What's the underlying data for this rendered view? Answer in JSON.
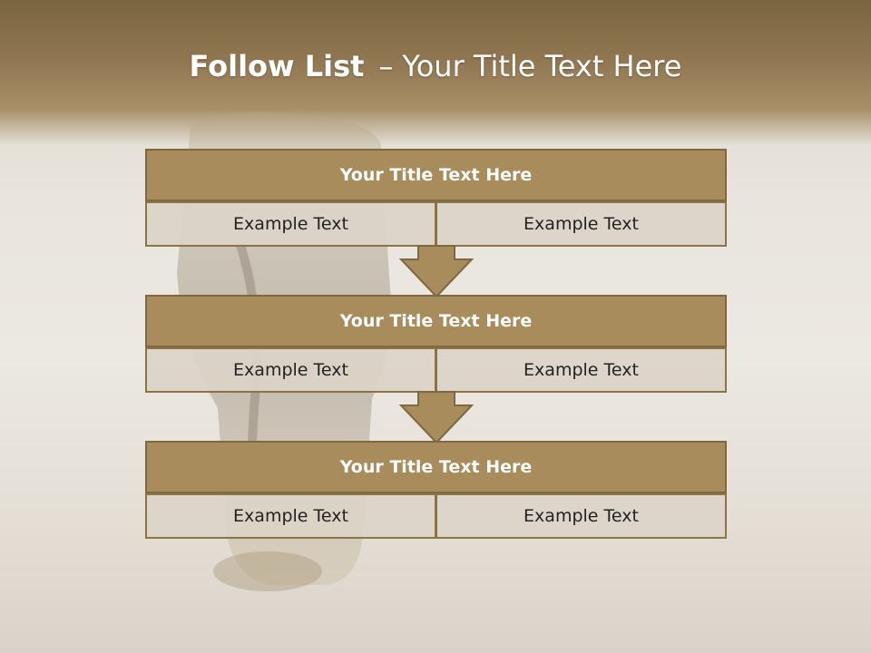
{
  "title": {
    "bold": "Follow List",
    "dash": "–",
    "rest": "Your Title Text Here"
  },
  "steps": [
    {
      "heading": "Your Title Text Here",
      "left": "Example Text",
      "right": "Example Text"
    },
    {
      "heading": "Your Title Text Here",
      "left": "Example Text",
      "right": "Example Text"
    },
    {
      "heading": "Your Title Text Here",
      "left": "Example Text",
      "right": "Example Text"
    }
  ],
  "colors": {
    "header_fill": "#a88c5c",
    "header_border": "#7d6840",
    "cell_fill": "#dcd4c8",
    "arrow_fill": "#a88c5c"
  }
}
